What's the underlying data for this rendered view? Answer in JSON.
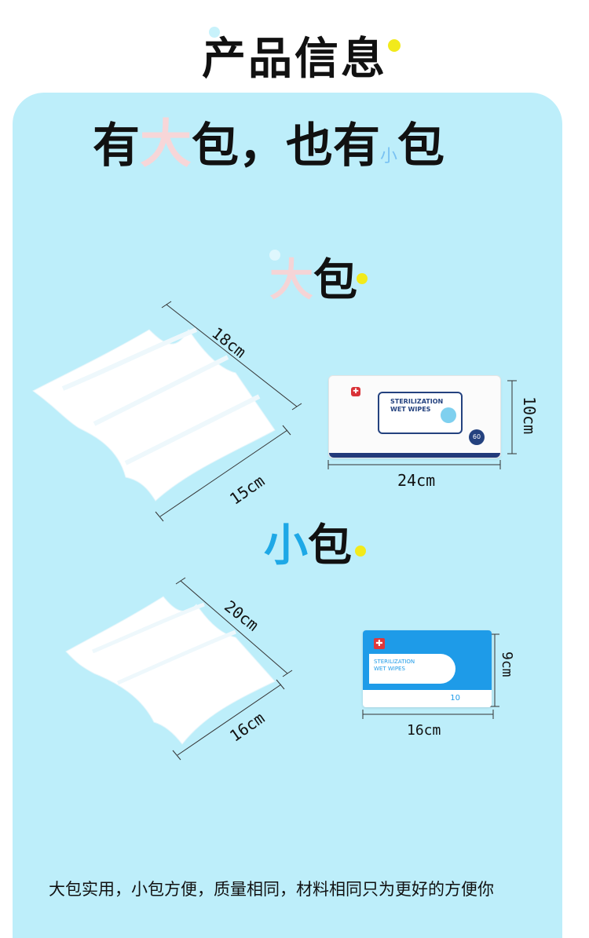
{
  "page_title": "产品信息",
  "headline": {
    "part1": "有",
    "big": "大",
    "part2": "包，也有",
    "small": "小",
    "part3": "包"
  },
  "sections": {
    "large": {
      "title_a": "大",
      "title_b": "包",
      "wipe_length": "18cm",
      "wipe_width": "15cm",
      "pack_width": "24cm",
      "pack_height": "10cm"
    },
    "small": {
      "title_a": "小",
      "title_b": "包",
      "wipe_length": "20cm",
      "wipe_width": "16cm",
      "pack_width": "16cm",
      "pack_height": "9cm"
    }
  },
  "packaging": {
    "large": {
      "brand_line1": "STERILIZATION",
      "brand_line2": "WET WIPES",
      "count": "60"
    },
    "small": {
      "brand_line1": "STERILIZATION",
      "brand_line2": "WET WIPES",
      "count": "10"
    }
  },
  "footer": "大包实用，小包方便，质量相同，材料相同只为更好的方便你",
  "colors": {
    "panel": "#bdeefa",
    "accent_pink": "#f5d4d6",
    "accent_blue": "#1ea8e6",
    "dot_yellow": "#f2ea1b",
    "dot_cyan": "#c8f2fb"
  }
}
